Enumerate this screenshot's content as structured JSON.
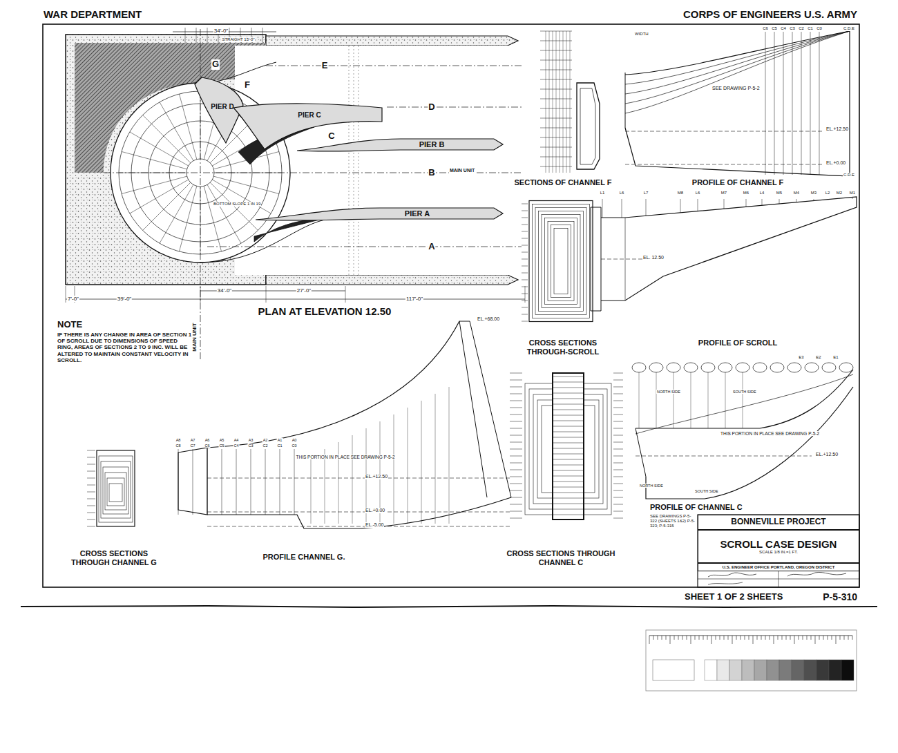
{
  "diagram": {
    "nodes": [
      {
        "text": [
          "PIER D"
        ]
      },
      {
        "text": [
          "PIER C"
        ]
      },
      {
        "text": [
          "PIER B"
        ]
      },
      {
        "text": [
          "PIER A"
        ]
      },
      {
        "text": [
          "BONNEVILLE PROJECT"
        ]
      },
      {
        "text": [
          "SCROLL CASE DESIGN",
          "SCALE 1/8 IN.=1 FT."
        ]
      },
      {
        "text": [
          "U.S. ENGINEER OFFICE PORTLAND, OREGON DISTRICT"
        ]
      }
    ],
    "labels": [
      "WAR DEPARTMENT",
      "CORPS OF ENGINEERS U.S. ARMY",
      "PLAN AT ELEVATION 12.50",
      "NOTE",
      "IF THERE IS ANY CHANGE IN AREA OF SECTION 1 OF SCROLL DUE TO DIMENSIONS OF SPEED RING, AREAS OF SECTIONS 2 TO 9 INC. WILL BE ALTERED TO MAINTAIN CONSTANT VELOCITY IN SCROLL.",
      "MAIN UNIT",
      "MAIN UNIT",
      "A",
      "B",
      "C",
      "D",
      "E",
      "F",
      "G",
      "SECTIONS OF CHANNEL F",
      "PROFILE OF CHANNEL F",
      "SEE DRAWING P-5-2",
      "EL.+12.50",
      "EL.+0.00",
      "CROSS SECTIONS THROUGH-SCROLL",
      "PROFILE OF SCROLL",
      "EL. 12.50",
      "CROSS SECTIONS THROUGH CHANNEL G",
      "PROFILE CHANNEL G.",
      "THIS PORTION IN PLACE SEE DRAWING P-5-2",
      "EL.+12.50",
      "EL.+0.00",
      "EL.-5.00",
      "EL.+68.00",
      "CROSS SECTIONS THROUGH CHANNEL C",
      "PROFILE OF CHANNEL C",
      "SEE DRAWINGS P-5-322 (SHEETS 1&2) P-5-323; P-5-315",
      "THIS PORTION IN PLACE SEE DRAWING P-5-2",
      "EL.+12.50",
      "NORTH SIDE",
      "SOUTH SIDE",
      "NORTH SIDE",
      "SOUTH SIDE",
      "SHEET 1 OF 2 SHEETS",
      "P-5-310",
      "34'-0\"",
      "117'-0\"",
      "39'-0\"",
      "7'-0\"",
      "34'-0\"",
      "27'-0\"",
      "STRAIGHT 15'-0\"",
      "BOTTOM SLOPE 1 IN 19",
      "WIDTH",
      "C.D.E",
      "C.D.E",
      "C6",
      "C5",
      "C4",
      "C3",
      "C2",
      "C1",
      "C0",
      "L1",
      "L6",
      "L7",
      "M8",
      "L6",
      "M7",
      "M6",
      "L4",
      "M5",
      "M4",
      "M3",
      "L2",
      "M2",
      "M1",
      "A8",
      "A7",
      "A6",
      "A5",
      "A4",
      "A3",
      "A2",
      "A1",
      "A0",
      "C8",
      "C7",
      "C6",
      "C5",
      "C4",
      "C3",
      "C2",
      "C1",
      "C0",
      "E3",
      "E2",
      "E1"
    ]
  }
}
